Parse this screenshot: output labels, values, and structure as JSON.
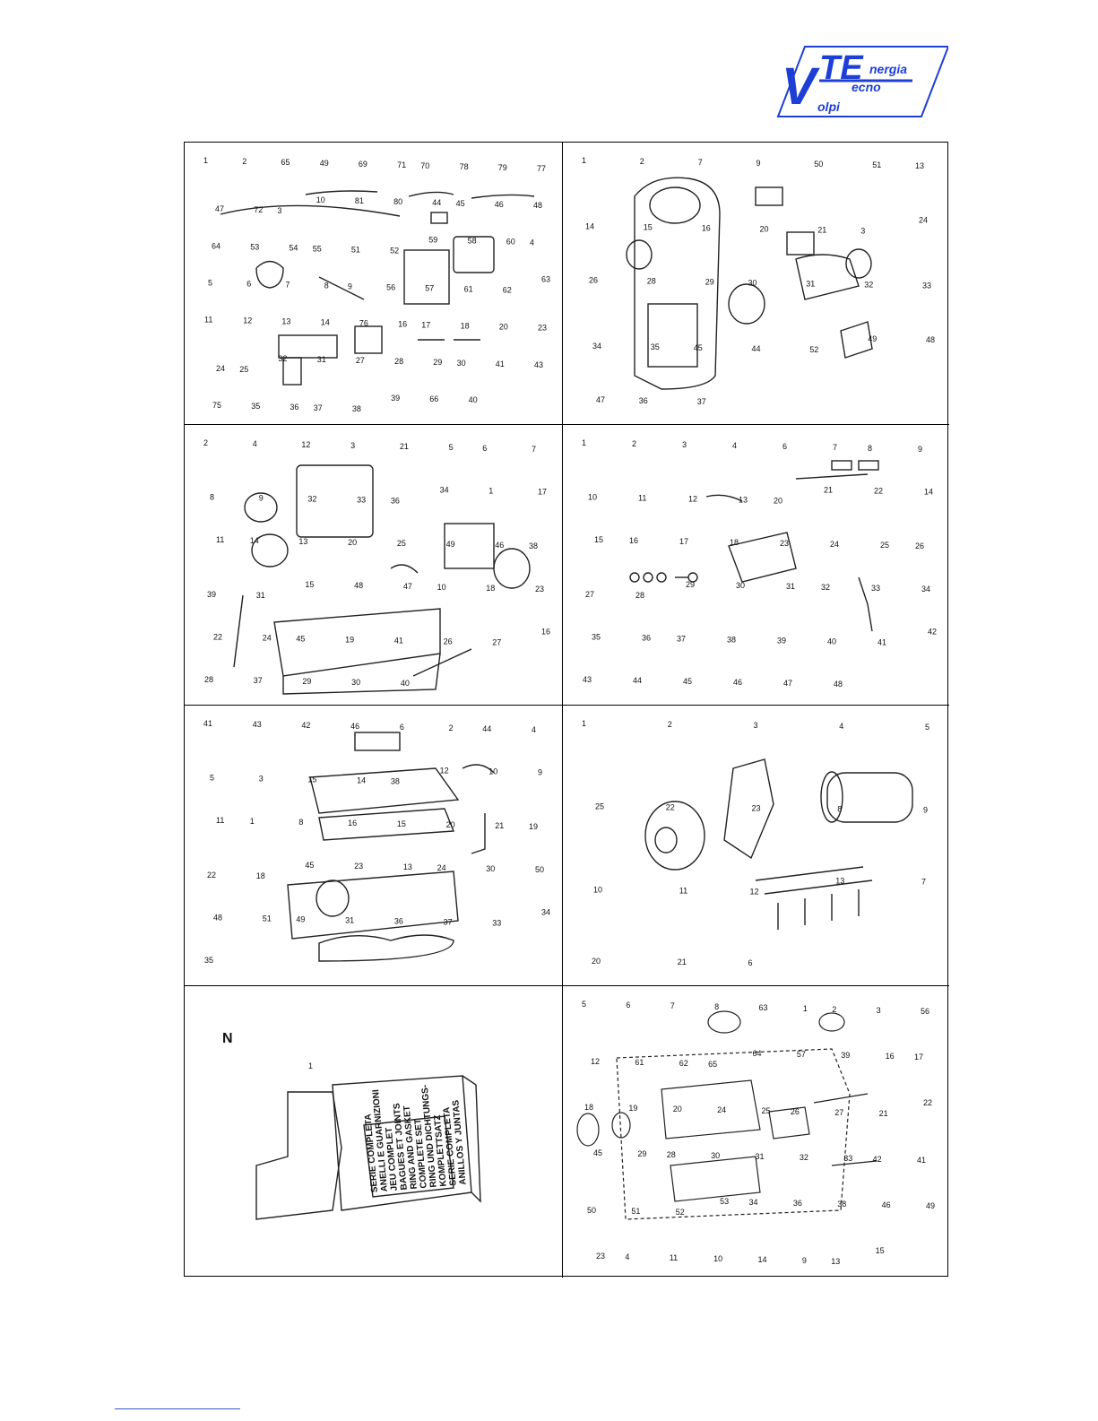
{
  "logo": {
    "brand": "VTE",
    "line1": "nergia",
    "line2": "ecno",
    "line3": "olpi",
    "color": "#1e3fd6"
  },
  "panels": [
    {
      "id": "p1",
      "labels": [
        "1",
        "2",
        "65",
        "49",
        "69",
        "71",
        "70",
        "78",
        "79",
        "77",
        "47",
        "72",
        "3",
        "10",
        "81",
        "80",
        "44",
        "45",
        "46",
        "48",
        "64",
        "53",
        "54",
        "55",
        "51",
        "52",
        "59",
        "58",
        "60",
        "4",
        "5",
        "6",
        "7",
        "8",
        "9",
        "56",
        "57",
        "61",
        "62",
        "63",
        "11",
        "12",
        "13",
        "14",
        "76",
        "16",
        "17",
        "18",
        "20",
        "23",
        "24",
        "25",
        "32",
        "31",
        "27",
        "28",
        "29",
        "30",
        "41",
        "43",
        "75",
        "35",
        "36",
        "37",
        "38",
        "39",
        "66",
        "40"
      ]
    },
    {
      "id": "p2",
      "labels": [
        "1",
        "2",
        "7",
        "9",
        "50",
        "51",
        "13",
        "14",
        "15",
        "16",
        "20",
        "21",
        "3",
        "24",
        "26",
        "28",
        "29",
        "30",
        "31",
        "32",
        "33",
        "34",
        "35",
        "45",
        "44",
        "52",
        "49",
        "48",
        "47",
        "36",
        "37"
      ]
    },
    {
      "id": "p3",
      "labels": [
        "2",
        "4",
        "12",
        "3",
        "21",
        "5",
        "6",
        "7",
        "8",
        "9",
        "32",
        "33",
        "36",
        "34",
        "1",
        "17",
        "11",
        "14",
        "13",
        "20",
        "25",
        "49",
        "46",
        "38",
        "39",
        "31",
        "15",
        "48",
        "47",
        "10",
        "18",
        "23",
        "22",
        "24",
        "45",
        "19",
        "41",
        "26",
        "27",
        "16",
        "28",
        "37",
        "29",
        "30",
        "40"
      ]
    },
    {
      "id": "p4",
      "labels": [
        "1",
        "2",
        "3",
        "4",
        "6",
        "7",
        "8",
        "9",
        "10",
        "11",
        "12",
        "13",
        "20",
        "21",
        "22",
        "14",
        "15",
        "16",
        "17",
        "18",
        "23",
        "24",
        "25",
        "26",
        "27",
        "28",
        "29",
        "30",
        "31",
        "32",
        "33",
        "34",
        "35",
        "36",
        "37",
        "38",
        "39",
        "40",
        "41",
        "42",
        "43",
        "44",
        "45",
        "46",
        "47",
        "48"
      ]
    },
    {
      "id": "p5",
      "labels": [
        "41",
        "43",
        "42",
        "46",
        "6",
        "2",
        "44",
        "4",
        "5",
        "3",
        "15",
        "14",
        "38",
        "12",
        "10",
        "9",
        "11",
        "1",
        "8",
        "16",
        "15",
        "20",
        "21",
        "19",
        "22",
        "18",
        "45",
        "23",
        "13",
        "24",
        "30",
        "50",
        "48",
        "51",
        "49",
        "31",
        "36",
        "37",
        "33",
        "34",
        "35"
      ]
    },
    {
      "id": "p6",
      "labels": [
        "1",
        "2",
        "3",
        "4",
        "5",
        "25",
        "22",
        "23",
        "8",
        "9",
        "10",
        "11",
        "12",
        "13",
        "7",
        "20",
        "21",
        "6"
      ]
    },
    {
      "id": "p7",
      "heading": "N",
      "label": "1",
      "package_text": [
        "SERIE COMPLETA",
        "ANELLI E GUARNIZIONI",
        "JEU COMPLET",
        "BAGUES ET JOINTS",
        "RING AND GASKET",
        "COMPLETE SET",
        "RING UND DICHTUNGS-",
        "KOMPLETTSATZ",
        "SERIE COMPLETA",
        "ANILLOS Y JUNTAS"
      ]
    },
    {
      "id": "p8",
      "labels": [
        "5",
        "6",
        "7",
        "8",
        "63",
        "1",
        "2",
        "3",
        "56",
        "12",
        "61",
        "62",
        "65",
        "64",
        "57",
        "39",
        "16",
        "17",
        "18",
        "19",
        "20",
        "24",
        "25",
        "26",
        "27",
        "21",
        "22",
        "45",
        "29",
        "28",
        "30",
        "31",
        "32",
        "33",
        "42",
        "41",
        "50",
        "51",
        "52",
        "53",
        "34",
        "36",
        "38",
        "46",
        "49",
        "23",
        "4",
        "11",
        "10",
        "14",
        "9",
        "13",
        "15"
      ]
    }
  ]
}
